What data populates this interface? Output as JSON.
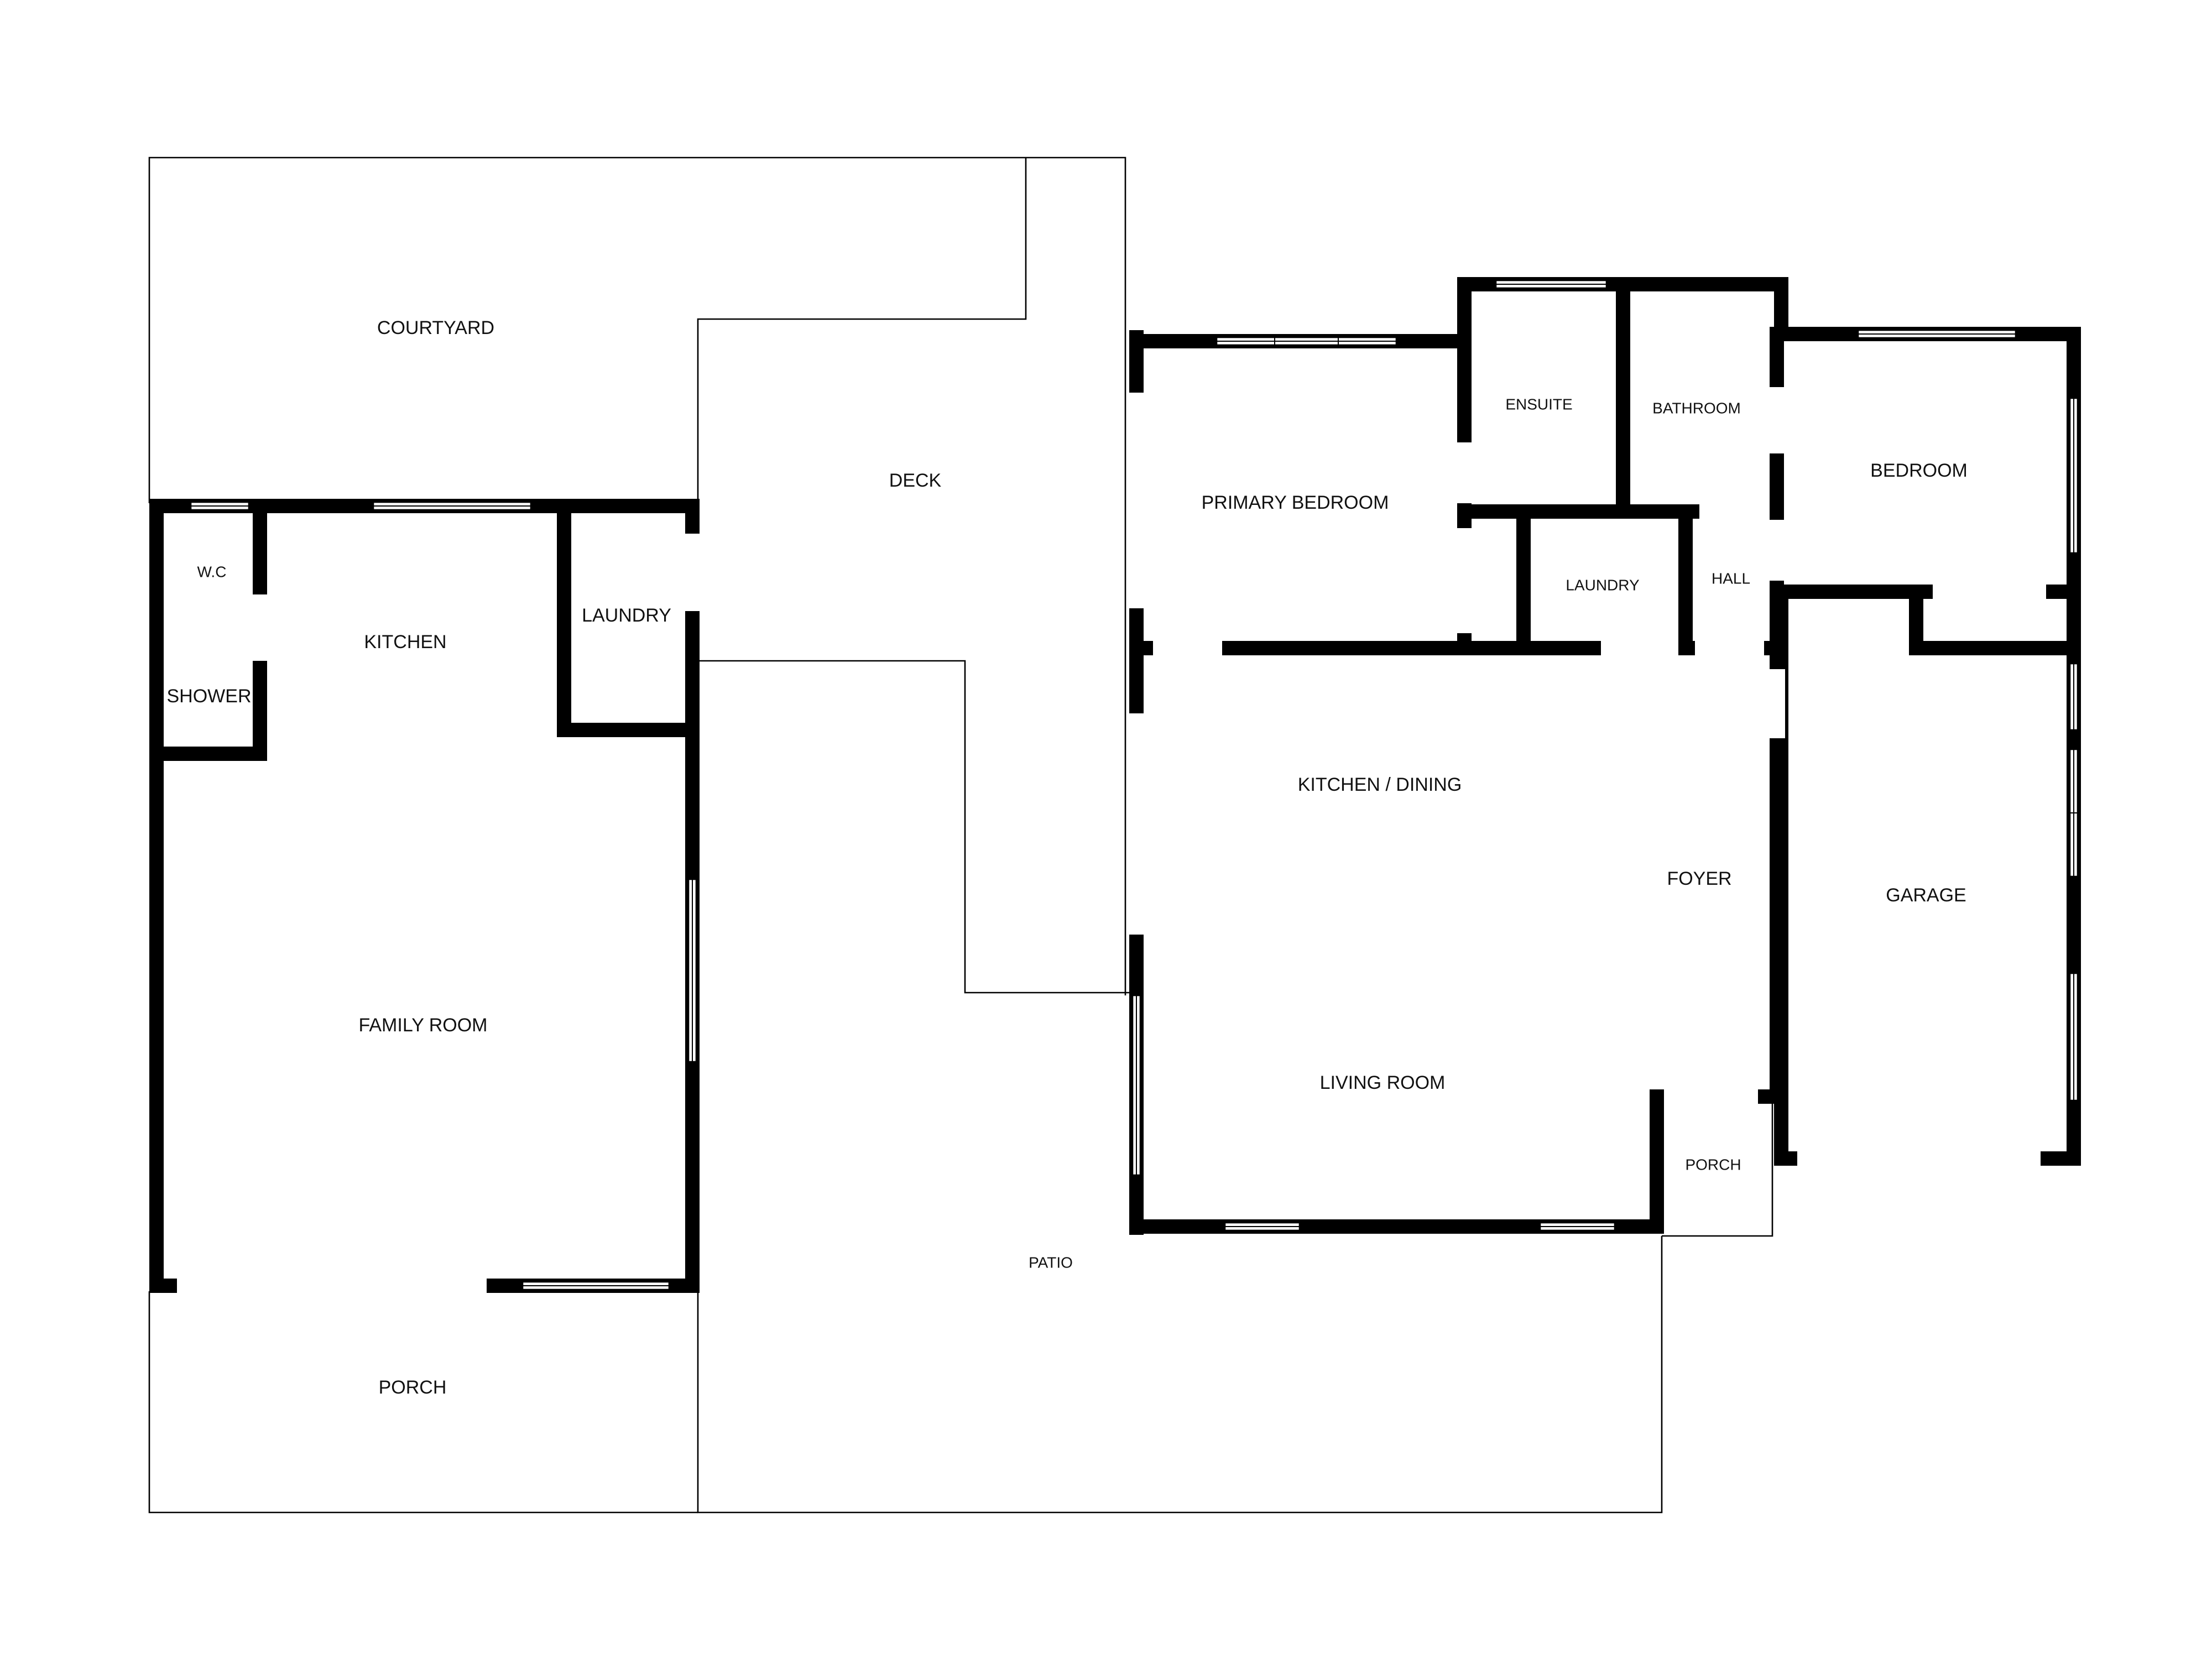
{
  "rooms": {
    "courtyard": "COURTYARD",
    "deck": "DECK",
    "primary_bedroom": "PRIMARY BEDROOM",
    "ensuite": "ENSUITE",
    "bathroom": "BATHROOM",
    "bedroom": "BEDROOM",
    "wc": "W.C",
    "kitchen": "KITCHEN",
    "laundry_left": "LAUNDRY",
    "laundry_center": "LAUNDRY",
    "hall": "HALL",
    "shower": "SHOWER",
    "kitchen_dining": "KITCHEN / DINING",
    "foyer": "FOYER",
    "garage": "GARAGE",
    "family_room": "FAMILY ROOM",
    "living_room": "LIVING ROOM",
    "porch_small": "PORCH",
    "patio": "PATIO",
    "porch_bottom": "PORCH"
  }
}
